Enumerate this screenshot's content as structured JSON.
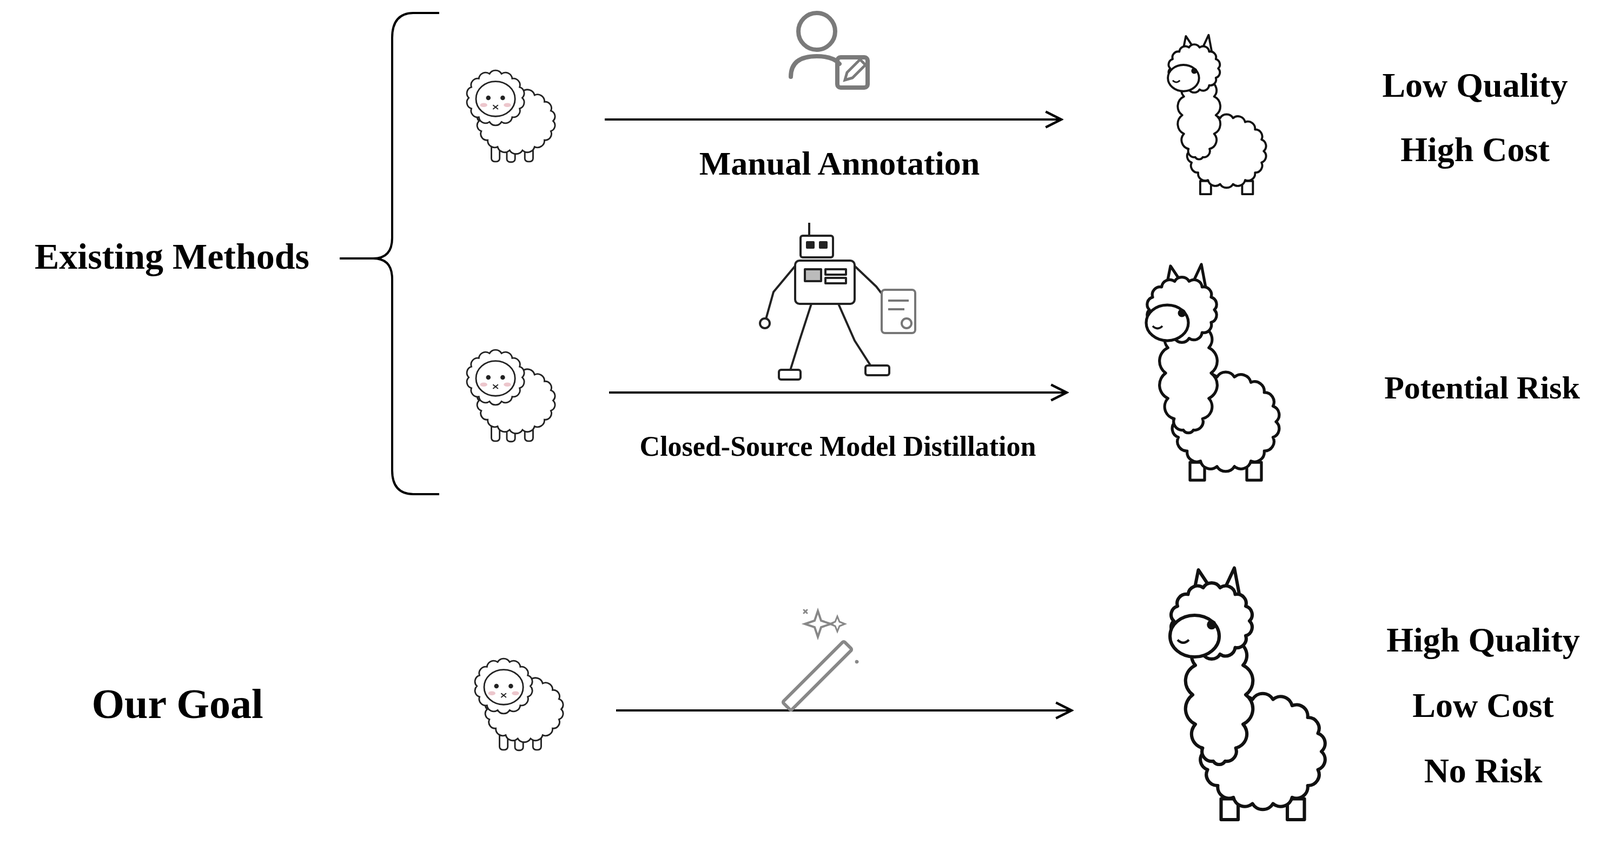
{
  "diagram": {
    "labels": [
      "Existing Methods",
      "Manual Annotation",
      "Low Quality",
      "High Cost",
      "Closed-Source Model Distillation",
      "Potential Risk",
      "Our Goal",
      "High Quality",
      "Low Cost",
      "No Risk"
    ]
  }
}
